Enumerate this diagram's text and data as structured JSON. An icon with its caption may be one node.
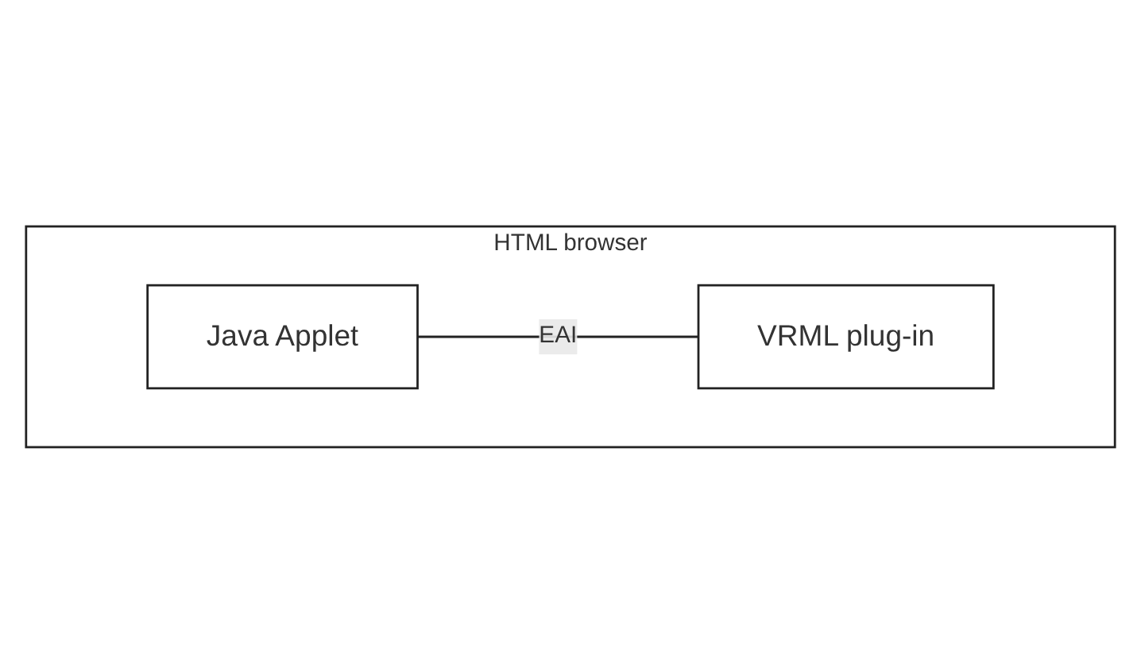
{
  "diagram": {
    "nodes": [
      {
        "text": [
          "HTML browser"
        ]
      },
      {
        "text": [
          "Java Applet"
        ],
        "in": 0
      },
      {
        "text": [
          "VRML plug-in"
        ],
        "in": 0
      }
    ],
    "edges": [
      {
        "from": 1,
        "to": 2,
        "arrow": "none",
        "label": "EAI"
      }
    ]
  }
}
